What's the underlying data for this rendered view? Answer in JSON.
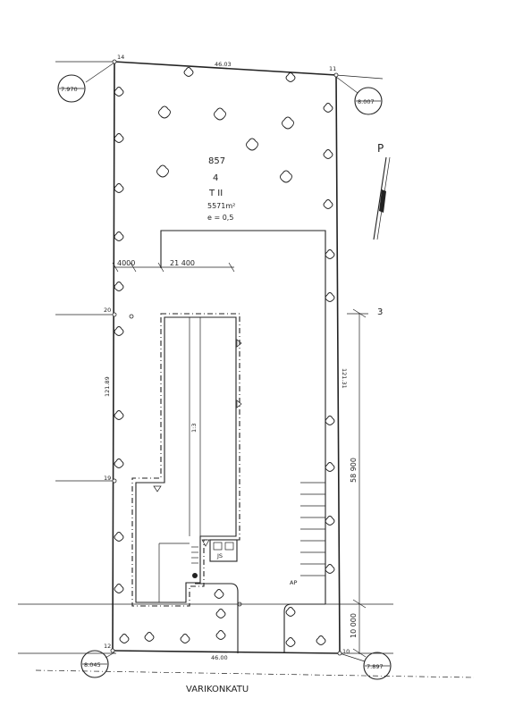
{
  "plot": {
    "block_number": "857",
    "lot_number": "4",
    "zoning": "T II",
    "area": "5571m²",
    "efficiency": "e = 0,5"
  },
  "corners": {
    "nw": "14",
    "ne": "11",
    "se": "10",
    "sw": "12"
  },
  "side_points": {
    "upper": "20",
    "lower": "19"
  },
  "elevations": {
    "nw": "7.970",
    "ne": "8.007",
    "sw": "8.045",
    "se": "7.897"
  },
  "dimensions": {
    "top": "46.03",
    "bottom": "46.00",
    "left": "121.89",
    "right": "121.31",
    "setback_left": "4000",
    "build_width": "21 400",
    "build_length": "58 900",
    "front_setback": "10 000"
  },
  "labels": {
    "neighbour_lot": "3",
    "north_arrow": "P",
    "floors_ratio": "1:3",
    "waste_shelter": "JS",
    "parking": "AP",
    "street": "VARIKONKATU"
  },
  "colors": {
    "ink": "#222222",
    "paper": "#ffffff"
  }
}
